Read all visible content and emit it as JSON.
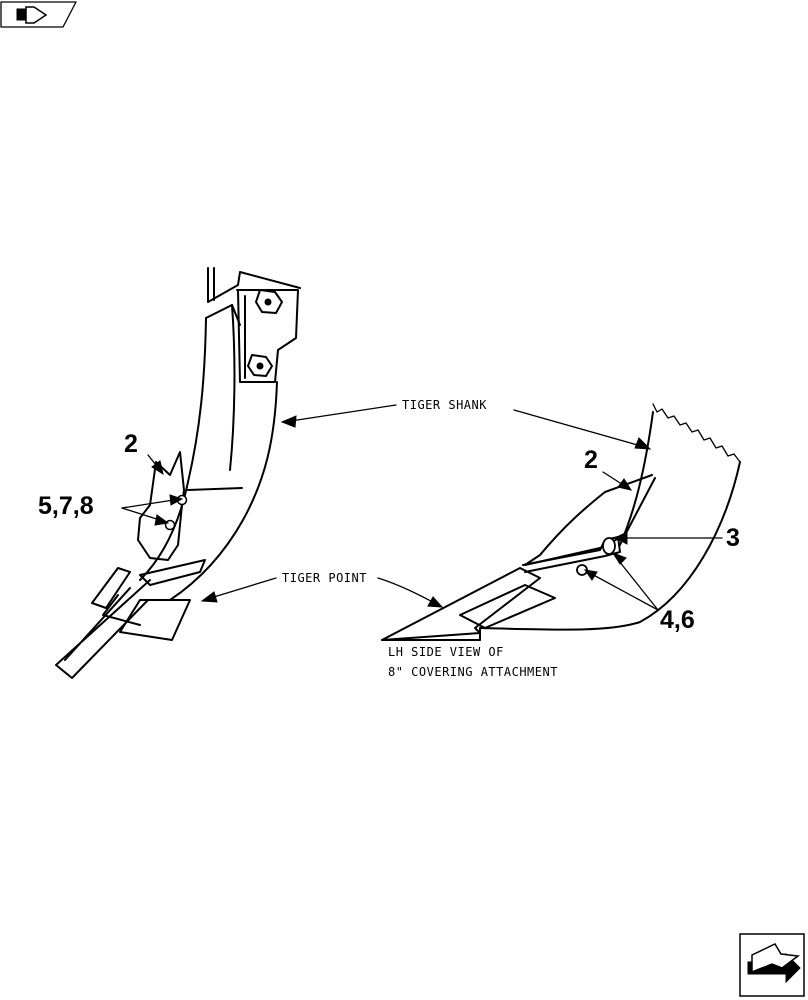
{
  "nav_icons": {
    "top_left": "forward-arrow-tab-icon",
    "bottom_right": "forward-arrow-icon"
  },
  "labels": {
    "tiger_shank": "TIGER SHANK",
    "tiger_point": "TIGER POINT",
    "view_caption_line1": "LH SIDE VIEW OF",
    "view_caption_line2": "8\" COVERING ATTACHMENT"
  },
  "callouts": {
    "left_part_2": "2",
    "left_parts_5_7_8": "5,7,8",
    "right_part_2": "2",
    "right_part_3": "3",
    "right_parts_4_6": "4,6"
  }
}
